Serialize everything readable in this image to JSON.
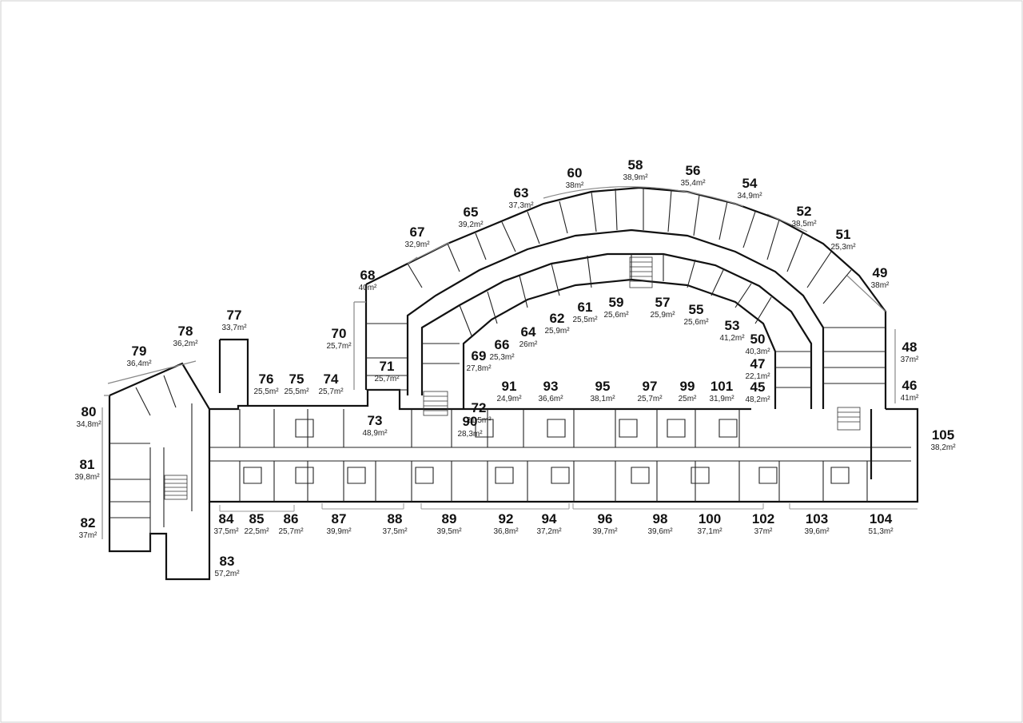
{
  "units": [
    {
      "num": "45",
      "area": "48,2m²"
    },
    {
      "num": "46",
      "area": "41m²"
    },
    {
      "num": "47",
      "area": "22,1m²"
    },
    {
      "num": "48",
      "area": "37m²"
    },
    {
      "num": "49",
      "area": "38m²"
    },
    {
      "num": "50",
      "area": "40,3m²"
    },
    {
      "num": "51",
      "area": "25,3m²"
    },
    {
      "num": "52",
      "area": "38,5m²"
    },
    {
      "num": "53",
      "area": "41,2m²"
    },
    {
      "num": "54",
      "area": "34,9m²"
    },
    {
      "num": "55",
      "area": "25,6m²"
    },
    {
      "num": "56",
      "area": "35,4m²"
    },
    {
      "num": "57",
      "area": "25,9m²"
    },
    {
      "num": "58",
      "area": "38,9m²"
    },
    {
      "num": "59",
      "area": "25,6m²"
    },
    {
      "num": "60",
      "area": "38m²"
    },
    {
      "num": "61",
      "area": "25,5m²"
    },
    {
      "num": "62",
      "area": "25,9m²"
    },
    {
      "num": "63",
      "area": "37,3m²"
    },
    {
      "num": "64",
      "area": "26m²"
    },
    {
      "num": "65",
      "area": "39,2m²"
    },
    {
      "num": "66",
      "area": "25,3m²"
    },
    {
      "num": "67",
      "area": "32,9m²"
    },
    {
      "num": "68",
      "area": "40m²"
    },
    {
      "num": "69",
      "area": "27,8m²"
    },
    {
      "num": "70",
      "area": "25,7m²"
    },
    {
      "num": "71",
      "area": "25,7m²"
    },
    {
      "num": "72",
      "area": "21,5m²"
    },
    {
      "num": "73",
      "area": "48,9m²"
    },
    {
      "num": "74",
      "area": "25,7m²"
    },
    {
      "num": "75",
      "area": "25,5m²"
    },
    {
      "num": "76",
      "area": "25,5m²"
    },
    {
      "num": "77",
      "area": "33,7m²"
    },
    {
      "num": "78",
      "area": "36,2m²"
    },
    {
      "num": "79",
      "area": "36,4m²"
    },
    {
      "num": "80",
      "area": "34,8m²"
    },
    {
      "num": "81",
      "area": "39,8m²"
    },
    {
      "num": "82",
      "area": "37m²"
    },
    {
      "num": "83",
      "area": "57,2m²"
    },
    {
      "num": "84",
      "area": "37,5m²"
    },
    {
      "num": "85",
      "area": "22,5m²"
    },
    {
      "num": "86",
      "area": "25,7m²"
    },
    {
      "num": "87",
      "area": "39,9m²"
    },
    {
      "num": "88",
      "area": "37,5m²"
    },
    {
      "num": "89",
      "area": "39,5m²"
    },
    {
      "num": "90",
      "area": "28,3m²"
    },
    {
      "num": "91",
      "area": "24,9m²"
    },
    {
      "num": "92",
      "area": "36,8m²"
    },
    {
      "num": "93",
      "area": "36,6m²"
    },
    {
      "num": "94",
      "area": "37,2m²"
    },
    {
      "num": "95",
      "area": "38,1m²"
    },
    {
      "num": "96",
      "area": "39,7m²"
    },
    {
      "num": "97",
      "area": "25,7m²"
    },
    {
      "num": "98",
      "area": "39,6m²"
    },
    {
      "num": "99",
      "area": "25m²"
    },
    {
      "num": "100",
      "area": "37,1m²"
    },
    {
      "num": "101",
      "area": "31,9m²"
    },
    {
      "num": "102",
      "area": "37m²"
    },
    {
      "num": "103",
      "area": "39,6m²"
    },
    {
      "num": "104",
      "area": "51,3m²"
    },
    {
      "num": "105",
      "area": "38,2m²"
    }
  ]
}
